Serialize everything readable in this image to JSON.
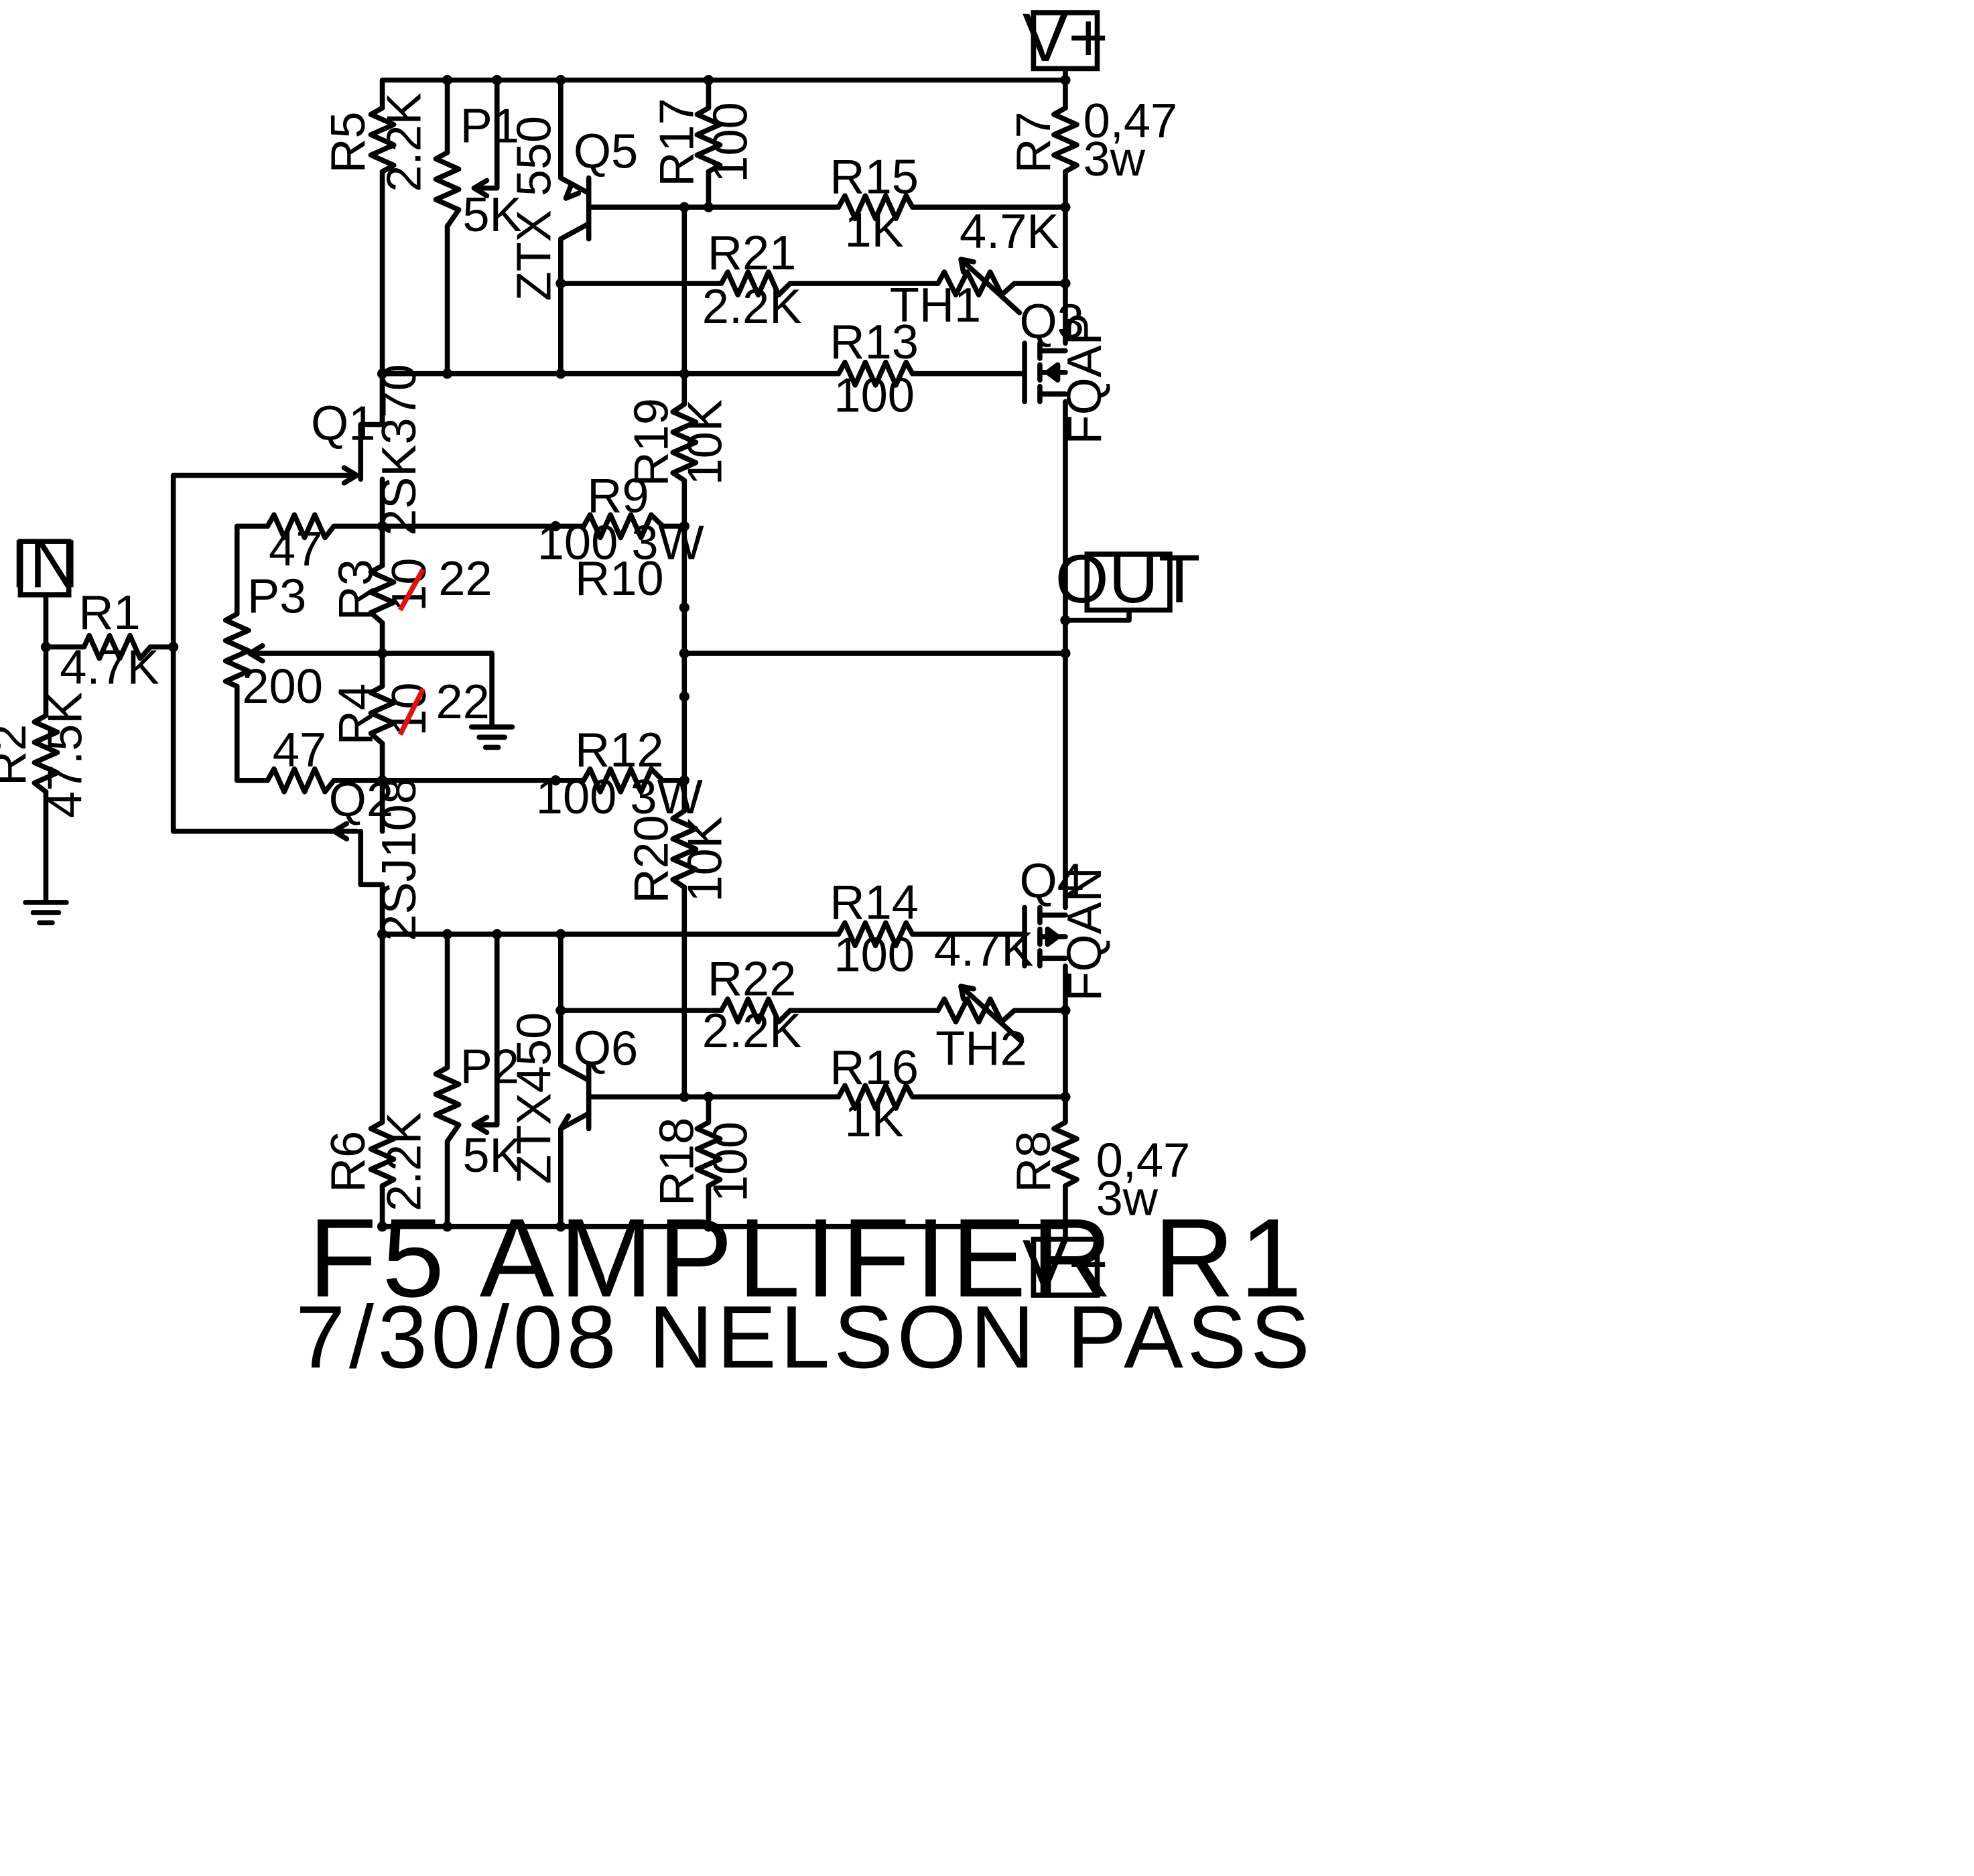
{
  "ports": {
    "vplus": "V+",
    "vminus": "V−",
    "input": "IN",
    "output": "OUT"
  },
  "components": {
    "R1": {
      "ref": "R1",
      "value": "4.7K"
    },
    "R2": {
      "ref": "R2",
      "value": "47.5K"
    },
    "R3": {
      "ref": "R3",
      "value_struck": "10",
      "value": "22"
    },
    "R4": {
      "ref": "R4",
      "value_struck": "10",
      "value": "22"
    },
    "R5": {
      "ref": "R5",
      "value": "2.2K"
    },
    "R6": {
      "ref": "R6",
      "value": "2.2K"
    },
    "R7": {
      "ref": "R7",
      "value": "0,47",
      "rating": "3w"
    },
    "R8": {
      "ref": "R8",
      "value": "0,47",
      "rating": "3w"
    },
    "R9": {
      "ref": "R9",
      "value": "100 3W"
    },
    "R10": {
      "ref": "R10"
    },
    "R12": {
      "ref": "R12",
      "value": "100 3W"
    },
    "R13": {
      "ref": "R13",
      "value": "100"
    },
    "R14": {
      "ref": "R14",
      "value": "100"
    },
    "R15": {
      "ref": "R15",
      "value": "1K"
    },
    "R16": {
      "ref": "R16",
      "value": "1K"
    },
    "R17": {
      "ref": "R17",
      "value": "100"
    },
    "R18": {
      "ref": "R18",
      "value": "100"
    },
    "R19": {
      "ref": "R19",
      "value": "10K"
    },
    "R20": {
      "ref": "R20",
      "value": "10K"
    },
    "R21": {
      "ref": "R21",
      "value": "2.2K"
    },
    "R22": {
      "ref": "R22",
      "value": "2.2K"
    },
    "P1": {
      "ref": "P1",
      "value": "5K"
    },
    "P2": {
      "ref": "P2",
      "value": "5K"
    },
    "P3": {
      "ref": "P3",
      "value": "200",
      "side_value": "47"
    },
    "TH1": {
      "ref": "TH1",
      "value": "4.7K"
    },
    "TH2": {
      "ref": "TH2",
      "value": "4.7K"
    },
    "Q1": {
      "ref": "Q1",
      "part": "2SK370"
    },
    "Q2": {
      "ref": "Q2",
      "part": "2SJ108"
    },
    "Q3": {
      "ref": "Q3",
      "part": "FQAP"
    },
    "Q4": {
      "ref": "Q4",
      "part": "FQAN"
    },
    "Q5": {
      "ref": "Q5",
      "part": "ZTX 550"
    },
    "Q6": {
      "ref": "Q6",
      "part": "ZTX450"
    }
  },
  "title": "F5 AMPLIFIER R1",
  "subtitle": "7/30/08 NELSON PASS",
  "colors": {
    "ink": "#000000",
    "correction": "#dd1111"
  }
}
